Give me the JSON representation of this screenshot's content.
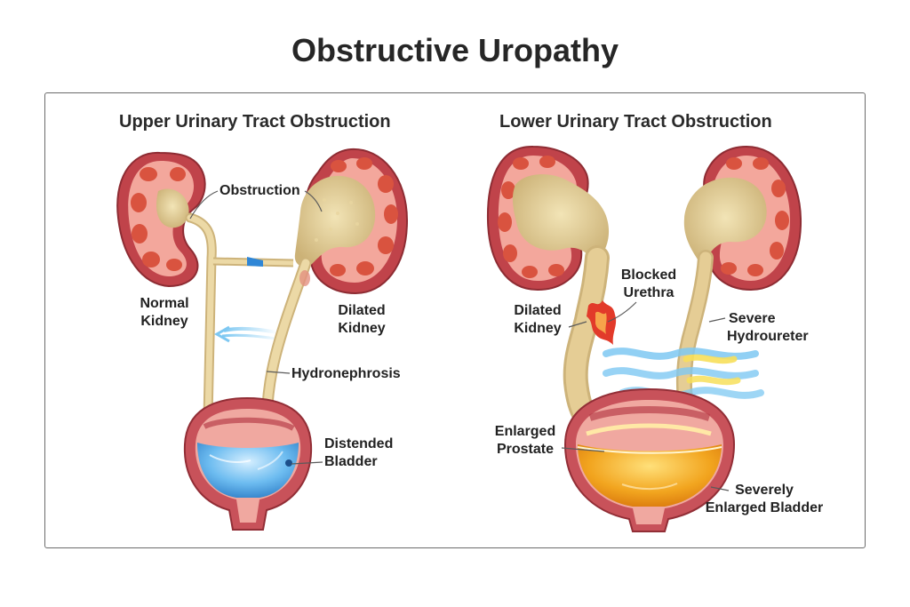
{
  "title": "Obstructive Uropathy",
  "colors": {
    "kidney_outer": "#c0434a",
    "kidney_cortex": "#f3a79c",
    "kidney_pyramid": "#d9533f",
    "urine_pelvis": "#d8c28d",
    "ureter": "#e4cd97",
    "bladder_wall": "#c8525a",
    "bladder_fluid_blue": "#62b3ea",
    "bladder_fluid_amber": "#f2a51f",
    "flow_blue": "#79c4ef",
    "panel_border": "#6b6b6b"
  },
  "upper": {
    "heading": "Upper Urinary Tract Obstruction",
    "labels": {
      "obstruction": "Obstruction",
      "normal_kidney_1": "Normal",
      "normal_kidney_2": "Kidney",
      "dilated_kidney_1": "Dilated",
      "dilated_kidney_2": "Kidney",
      "hydronephrosis": "Hydronephrosis",
      "distended_bladder_1": "Distended",
      "distended_bladder_2": "Bladder"
    }
  },
  "lower": {
    "heading": "Lower Urinary Tract Obstruction",
    "labels": {
      "blocked_urethra_1": "Blocked",
      "blocked_urethra_2": "Urethra",
      "dilated_kidney_1": "Dilated",
      "dilated_kidney_2": "Kidney",
      "severe_hydroureter_1": "Severe",
      "severe_hydroureter_2": "Hydroureter",
      "enlarged_prostate_1": "Enlarged",
      "enlarged_prostate_2": "Prostate",
      "enlarged_bladder_1": "Severely",
      "enlarged_bladder_2": "Enlarged Bladder"
    }
  }
}
